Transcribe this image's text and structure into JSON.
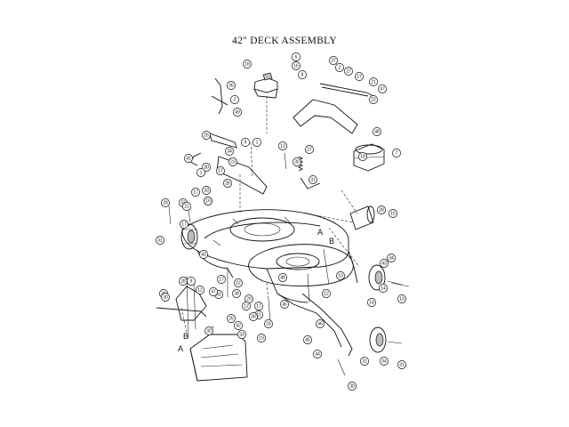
{
  "title": "42\" DECK ASSEMBLY",
  "section_letters": [
    "A",
    "B"
  ],
  "callouts": [
    "18",
    "6",
    "16",
    "8",
    "37",
    "2",
    "27",
    "17",
    "21",
    "47",
    "22",
    "36",
    "2",
    "49",
    "26",
    "34",
    "9",
    "1",
    "17",
    "23",
    "30",
    "19",
    "17",
    "41",
    "28",
    "1",
    "33",
    "19",
    "12",
    "27",
    "30",
    "31",
    "18",
    "48",
    "7",
    "28",
    "33",
    "21",
    "17",
    "31",
    "43",
    "28",
    "15",
    "34",
    "14",
    "13",
    "48",
    "17",
    "22",
    "50",
    "31",
    "30",
    "28",
    "9",
    "12",
    "47",
    "38",
    "29",
    "10",
    "12",
    "12",
    "17",
    "11",
    "30",
    "45",
    "18",
    "19",
    "25",
    "42",
    "30",
    "33",
    "46",
    "45",
    "14",
    "43",
    "31",
    "34",
    "31",
    "30",
    "44"
  ]
}
